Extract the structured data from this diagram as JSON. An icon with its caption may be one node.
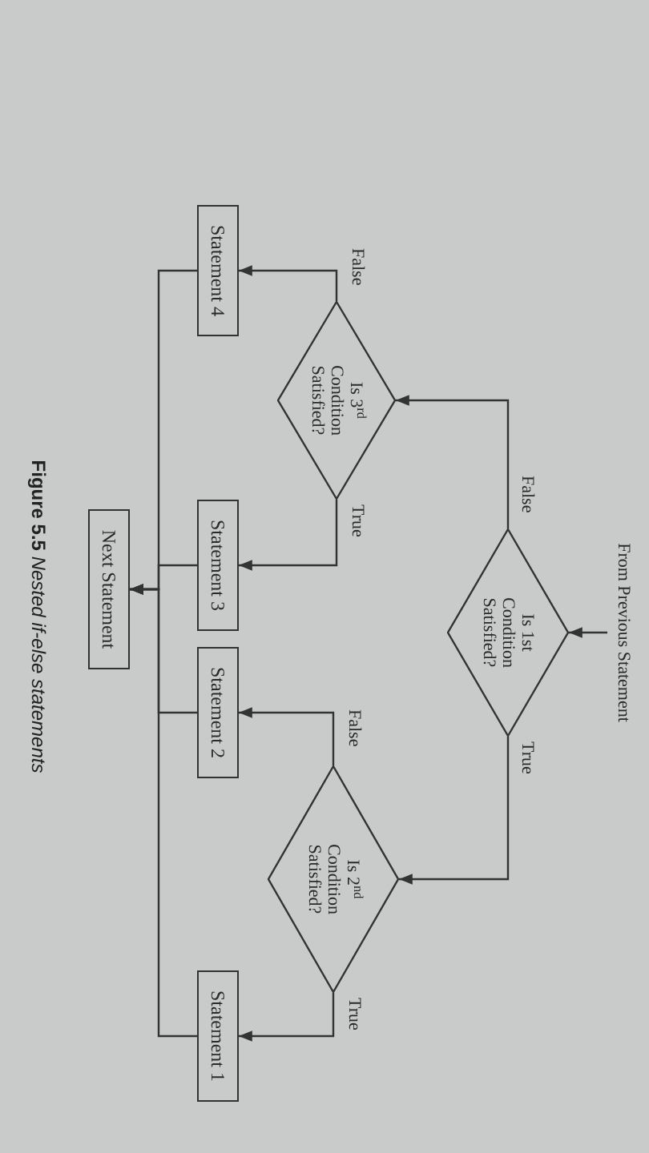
{
  "diagram": {
    "caption": "**Figure 5.5** *Nested if-else statements*",
    "nodes": [
      {
        "text": [
          "From Previous Statement"
        ]
      },
      {
        "text": [
          "Is 1st Condition Satisfied?"
        ]
      },
      {
        "text": [
          "Is 3$^{rd}$ Condition Satisfied?"
        ]
      },
      {
        "text": [
          "Is 2$^{nd}$ Condition Satisfied?"
        ]
      },
      {
        "text": [
          "Statement 4"
        ]
      },
      {
        "text": [
          "Statement 3"
        ]
      },
      {
        "text": [
          "Statement 2"
        ]
      },
      {
        "text": [
          "Statement 1"
        ]
      },
      {
        "text": [
          "Next Statement"
        ]
      }
    ],
    "edges": [
      {
        "from": 0,
        "to": 1,
        "arrow": "to"
      },
      {
        "from": 1,
        "to": 2,
        "arrow": "to",
        "label": "False"
      },
      {
        "from": 1,
        "to": 3,
        "arrow": "to",
        "label": "True"
      },
      {
        "from": 2,
        "to": 4,
        "arrow": "to",
        "label": "False"
      },
      {
        "from": 2,
        "to": 5,
        "arrow": "to",
        "label": "True"
      },
      {
        "from": 3,
        "to": 6,
        "arrow": "to",
        "label": "False"
      },
      {
        "from": 3,
        "to": 7,
        "arrow": "to",
        "label": "True"
      },
      {
        "from": 4,
        "to": 8,
        "arrow": "to"
      },
      {
        "from": 5,
        "to": 8,
        "arrow": "to"
      },
      {
        "from": 6,
        "to": 8,
        "arrow": "to"
      },
      {
        "from": 7,
        "to": 8,
        "arrow": "to"
      }
    ]
  }
}
